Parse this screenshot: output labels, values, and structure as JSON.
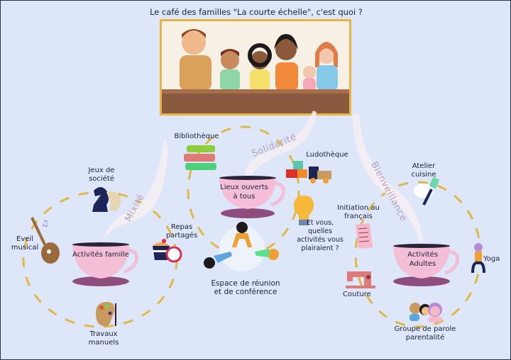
{
  "title": "Le café des familles \"La courte échelle\", c'est quoi ?",
  "values": [
    "Mixité",
    "Solidarité",
    "Bienveillance"
  ],
  "cups": {
    "famille": "Activités famille",
    "lieux": "Lieux ouverts à tous",
    "adultes": "Activités Adultes"
  },
  "activities": {
    "jeux": "Jeux de société",
    "eveil": "Eveil musical",
    "repas": "Repas partagés",
    "travaux": "Travaux manuels",
    "bibliotheque": "Bibliothèque",
    "ludotheque": "Ludothèque",
    "espace": "Espace de réunion et de conférence",
    "question": "Et vous, quelles activités vous plairaient ?",
    "francais": "Initiation au français",
    "cuisine": "Atelier cuisine",
    "yoga": "Yoga",
    "couture": "Couture",
    "groupe": "Groupe de parole parentalité"
  },
  "colors": {
    "background": "#dde7f9",
    "cup": "#f4bfd6",
    "saucer": "#8f4d7e",
    "dash": "#e0b846",
    "frame": "#e8b53e"
  }
}
